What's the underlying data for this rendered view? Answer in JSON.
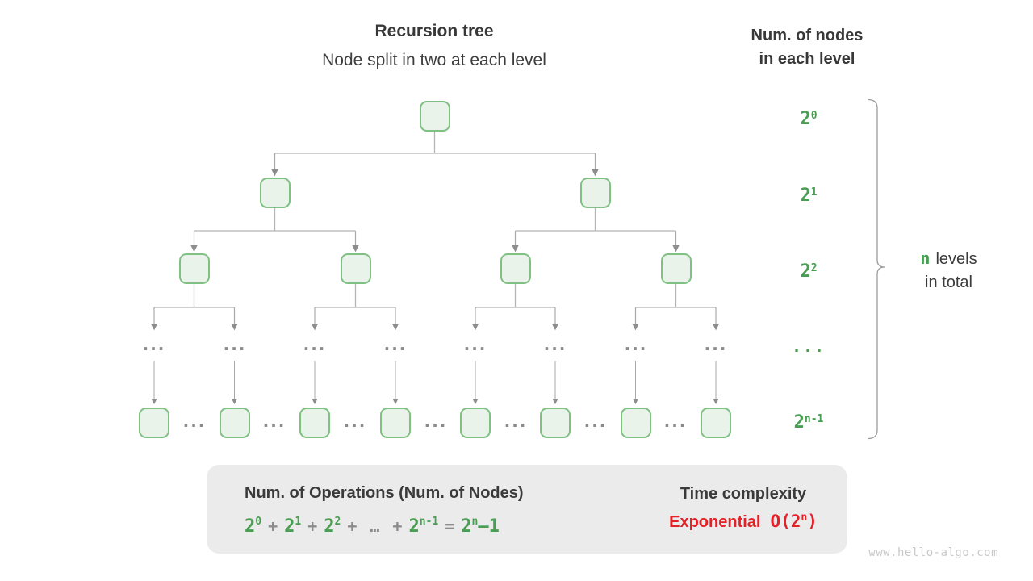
{
  "header": {
    "title": "Recursion tree",
    "subtitle": "Node split in two at each level"
  },
  "right_header": {
    "line1": "Num. of nodes",
    "line2": "in each level"
  },
  "tree": {
    "ellipsis": "..."
  },
  "levels": [
    {
      "base": "2",
      "exp": "0"
    },
    {
      "base": "2",
      "exp": "1"
    },
    {
      "base": "2",
      "exp": "2"
    },
    {
      "base": "...",
      "exp": ""
    },
    {
      "base": "2",
      "exp": "n-1"
    }
  ],
  "brace_label": {
    "highlight": "n",
    "line1_rest": "levels",
    "line2": "in total"
  },
  "summary": {
    "title": "Num. of Operations (Num. of Nodes)",
    "formula": [
      {
        "text": "2",
        "sup": "0"
      },
      {
        "text": "+"
      },
      {
        "text": "2",
        "sup": "1"
      },
      {
        "text": "+"
      },
      {
        "text": "2",
        "sup": "2"
      },
      {
        "text": "+"
      },
      {
        "text": "…"
      },
      {
        "text": "+"
      },
      {
        "text": "2",
        "sup": "n-1"
      },
      {
        "text": "="
      },
      {
        "text": "2",
        "sup": "n"
      },
      {
        "text": "–1"
      }
    ],
    "time_title": "Time complexity",
    "complexity_word": "Exponential",
    "complexity_open": "O(2",
    "complexity_sup": "n",
    "complexity_close": ")"
  },
  "watermark": "www.hello-algo.com",
  "colors": {
    "node_border_green": "#7fc182",
    "node_fill_green": "#e9f3ea",
    "label_green": "#4a9e53",
    "complexity_red": "#e32127",
    "connector_gray": "#b5b5b5",
    "box_gray": "#ebebeb"
  }
}
